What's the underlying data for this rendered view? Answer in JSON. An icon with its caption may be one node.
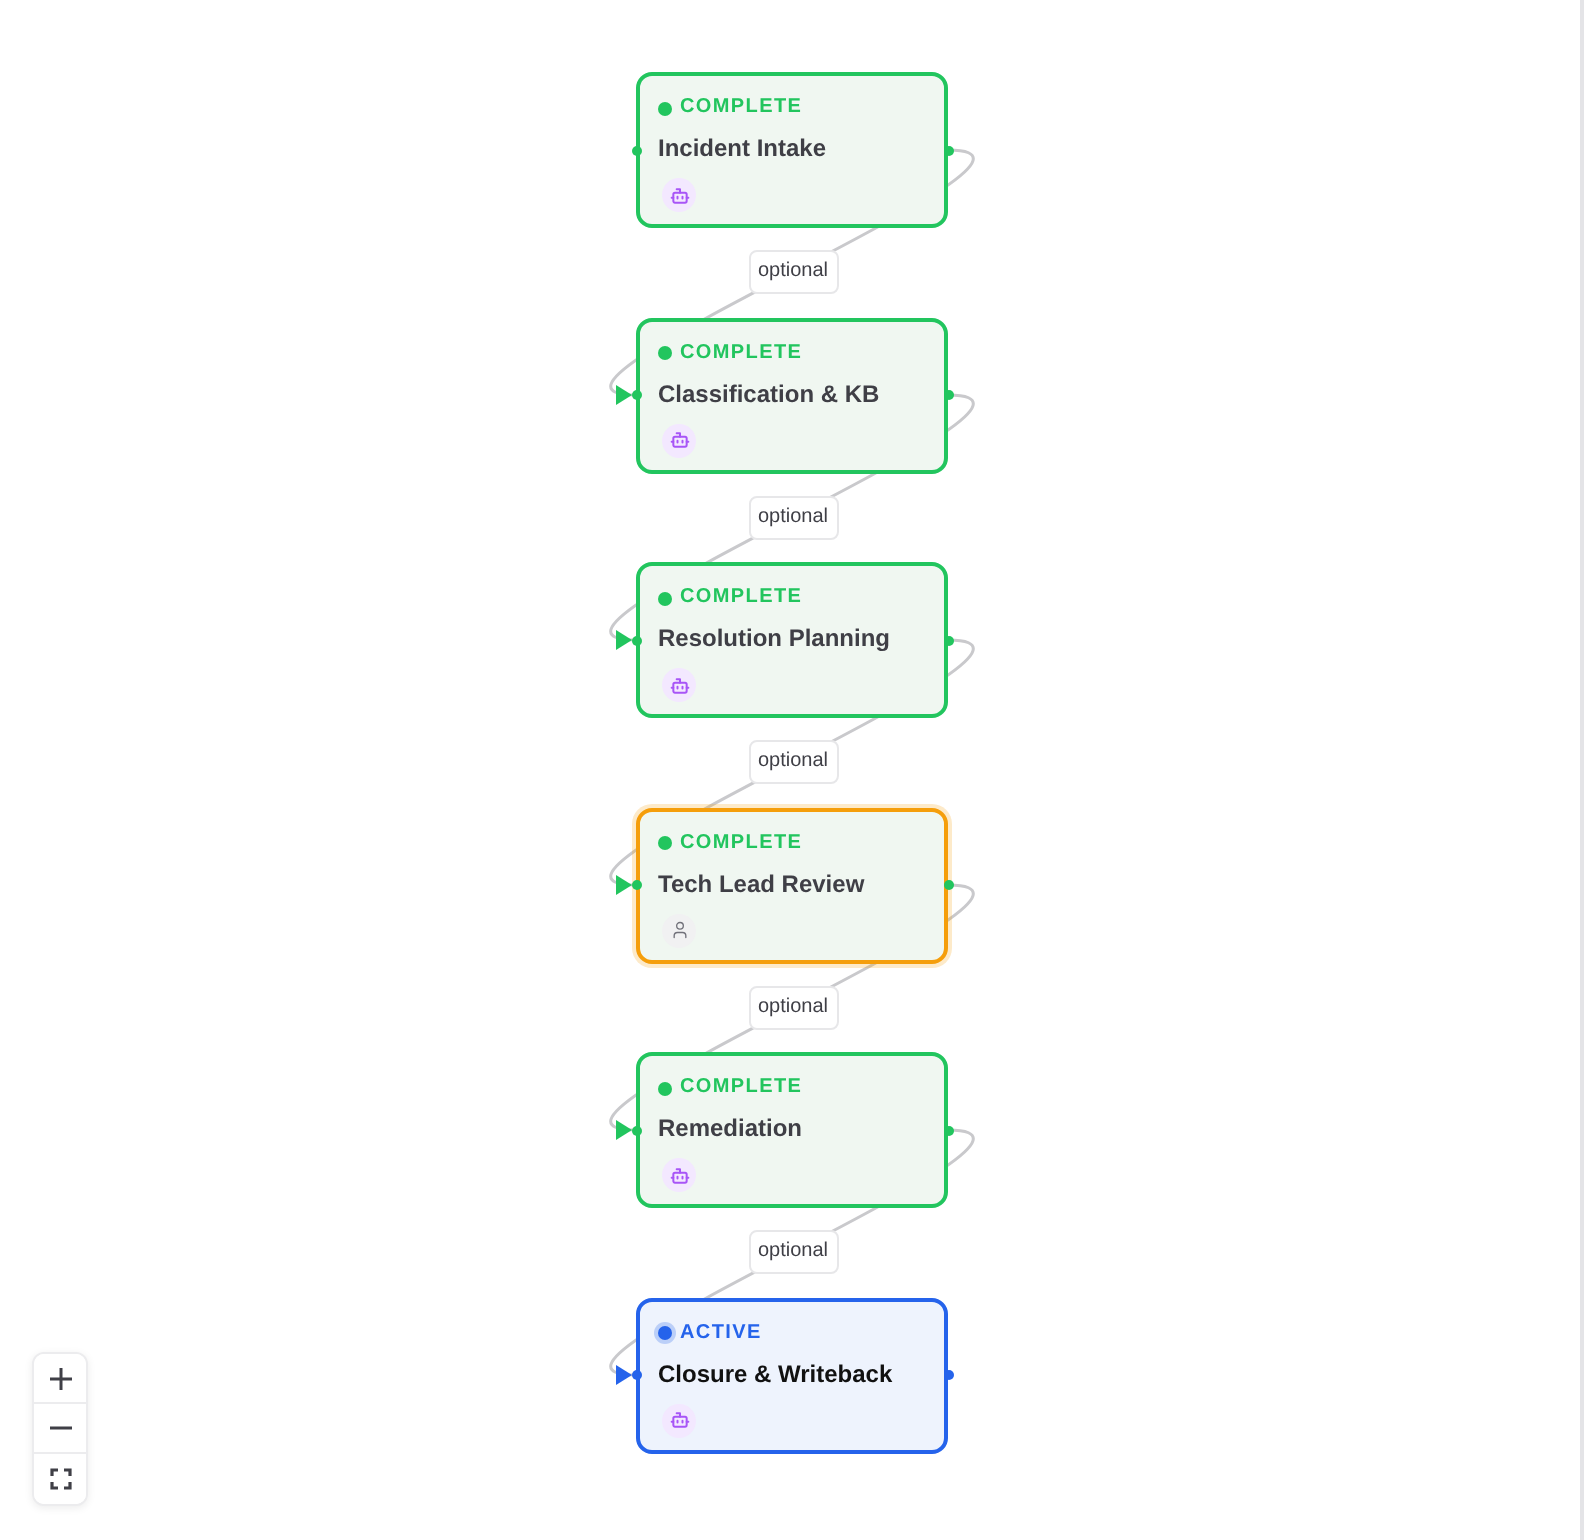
{
  "diagram": {
    "nodes": [
      {
        "text": [
          "COMPLETE",
          "Incident Intake"
        ]
      },
      {
        "text": [
          "COMPLETE",
          "Classification & KB"
        ]
      },
      {
        "text": [
          "COMPLETE",
          "Resolution Planning"
        ]
      },
      {
        "text": [
          "COMPLETE",
          "Tech Lead Review"
        ]
      },
      {
        "text": [
          "COMPLETE",
          "Remediation"
        ]
      },
      {
        "text": [
          "ACTIVE",
          "Closure & Writeback"
        ]
      }
    ],
    "edges": [
      {
        "from": 0,
        "to": 1,
        "arrow": "to",
        "label": "optional"
      },
      {
        "from": 1,
        "to": 2,
        "arrow": "to",
        "label": "optional"
      },
      {
        "from": 2,
        "to": 3,
        "arrow": "to",
        "label": "optional"
      },
      {
        "from": 3,
        "to": 4,
        "arrow": "to",
        "label": "optional"
      },
      {
        "from": 4,
        "to": 5,
        "arrow": "to",
        "label": "optional"
      }
    ]
  }
}
